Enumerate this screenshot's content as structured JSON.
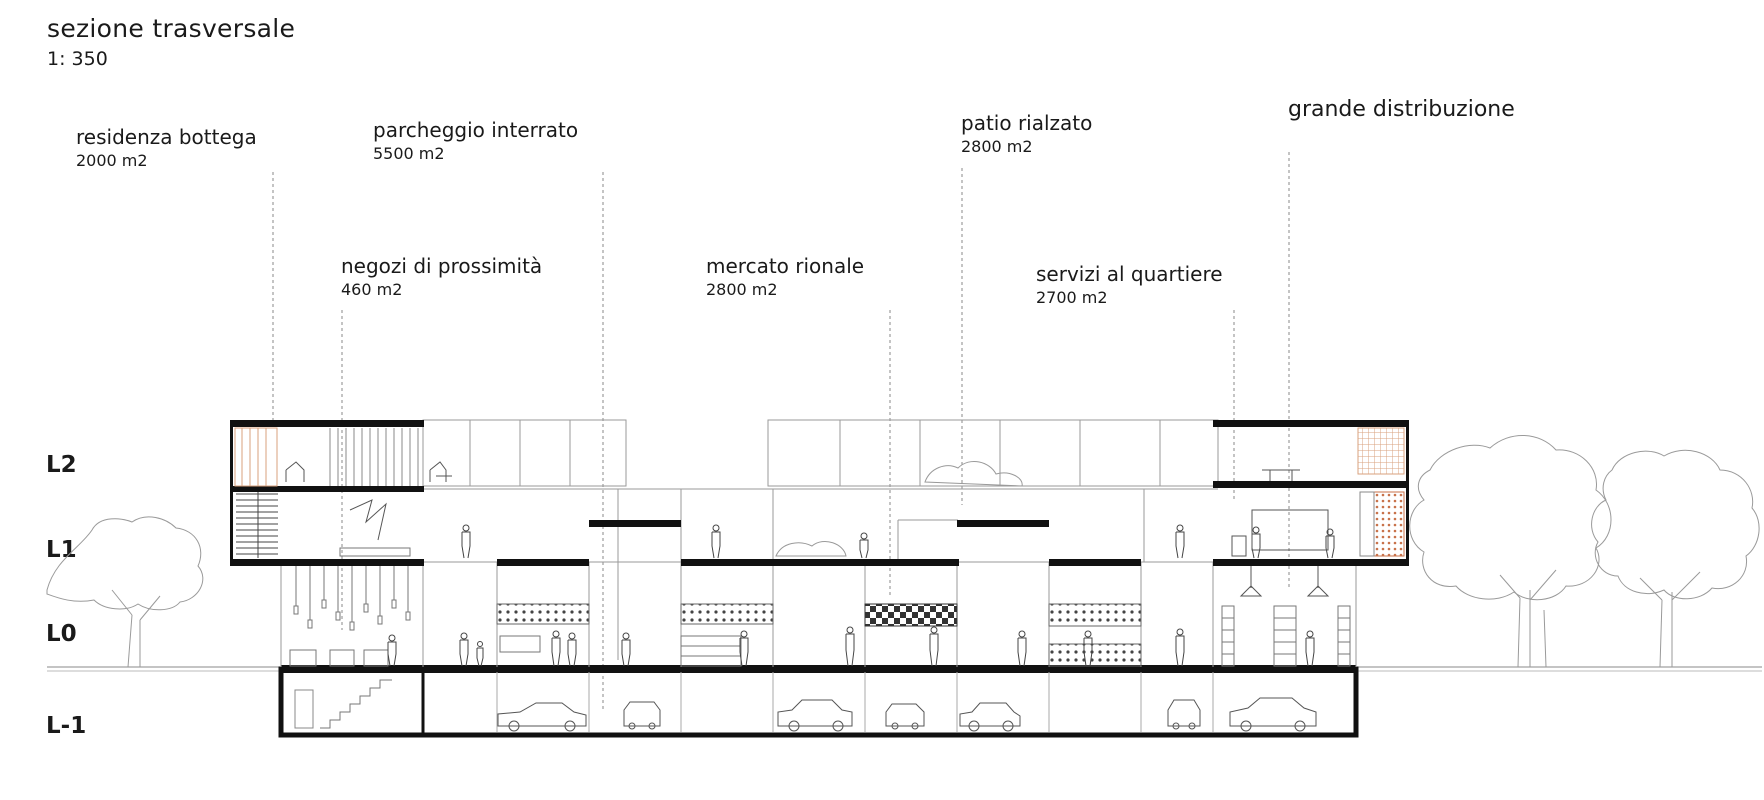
{
  "header": {
    "title": "sezione trasversale",
    "scale": "1: 350"
  },
  "labels": [
    {
      "id": "residenza",
      "name": "residenza bottega",
      "area": "2000 m2"
    },
    {
      "id": "parcheggio",
      "name": "parcheggio interrato",
      "area": "5500 m2"
    },
    {
      "id": "negozi",
      "name": "negozi di prossimità",
      "area": "460 m2"
    },
    {
      "id": "mercato",
      "name": "mercato rionale",
      "area": "2800 m2"
    },
    {
      "id": "patio",
      "name": "patio rialzato",
      "area": "2800 m2"
    },
    {
      "id": "servizi",
      "name": "servizi al quartiere",
      "area": "2700 m2"
    },
    {
      "id": "grande",
      "name": "grande distribuzione",
      "area": ""
    }
  ],
  "levels": [
    "L2",
    "L1",
    "L0",
    "L-1"
  ],
  "colors": {
    "ink": "#111111",
    "thin": "#9a9a9a",
    "accent": "#d9a27e"
  }
}
